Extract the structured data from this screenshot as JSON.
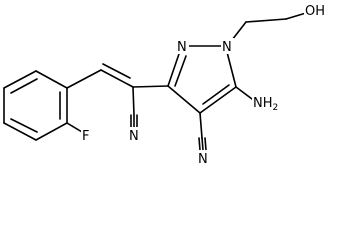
{
  "molecule": {
    "atoms": {
      "n_pyrazole": "N",
      "n1_pyrazole": "N",
      "hydroxyl": "OH",
      "amino": "NH",
      "amino_subscript": "2",
      "fluoro": "F",
      "nitrile_vinyl": "N",
      "nitrile_ring": "N"
    }
  }
}
